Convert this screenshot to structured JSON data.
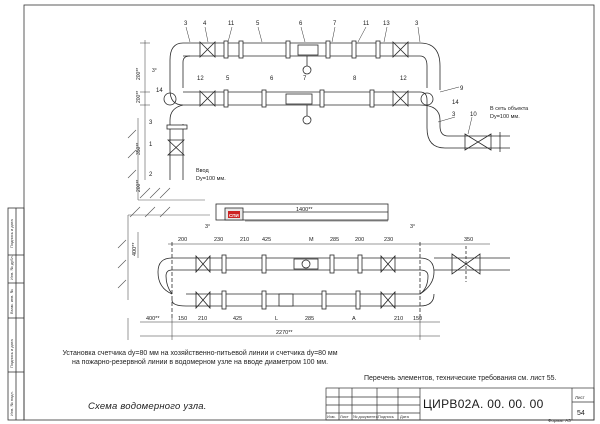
{
  "title": {
    "doc_code": "ЦИРВ02А. 00. 00. 00",
    "sheet_label": "Лист",
    "sheet_number": "54",
    "format": "Формат А3",
    "stamp_cols": [
      "Изм.",
      "Лист",
      "№ документа",
      "Подпись",
      "Дата"
    ],
    "side_fields": [
      "Подпись и дата",
      "Инв. № дубл.",
      "Взам. инв. №",
      "Подпись и дата",
      "Инв. № подл."
    ]
  },
  "diagram": {
    "scheme_title": "Схема водомерного узла.",
    "installation_note": "Установка счетчика dy=80 мм на хозяйственно-питьевой линии и счетчика dy=80 мм на пожарно-резервной линии в водомерном узле на вводе диаметром 100 мм.",
    "reference_note": "Перечень элементов, технические требования см. лист 55.",
    "inlet_label_1": "Ввод",
    "inlet_label_2": "Dy=100 мм.",
    "outlet_label_1": "В сеть объекта",
    "outlet_label_2": "Dy=100 мм.",
    "meter_label": "СПИ",
    "plan_dim_total": "1400**",
    "overall_dim": "2270**",
    "dim_400": "400**",
    "dim_200_1": "200**",
    "dim_200_2": "200**",
    "dim_200_vert": "200**",
    "dim_350": "350**",
    "dim_400_vert": "400**",
    "angle_3": "3°",
    "top_row_dims": [
      "200",
      "230",
      "210",
      "425",
      "M",
      "285",
      "200",
      "230",
      "3°",
      "350"
    ],
    "bottom_row_dims": [
      "150",
      "210",
      "425",
      "L",
      "285",
      "A",
      "210",
      "150"
    ],
    "callouts_top": [
      "3",
      "4",
      "11",
      "5",
      "6",
      "7",
      "11",
      "13",
      "3"
    ],
    "callouts_mid": [
      "12",
      "5",
      "6",
      "7",
      "8",
      "9",
      "12",
      "14",
      "14"
    ],
    "callouts_left": [
      "3",
      "1",
      "2"
    ],
    "callouts_right": [
      "3",
      "10"
    ]
  }
}
